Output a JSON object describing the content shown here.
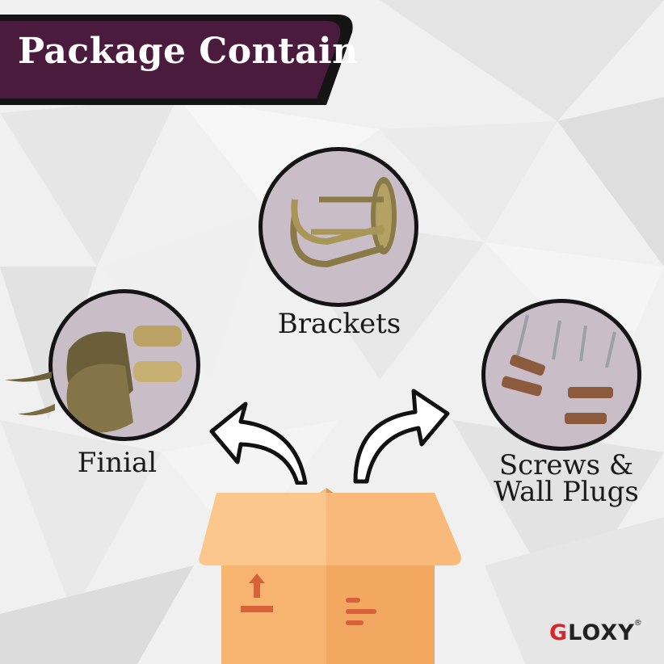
{
  "header": {
    "title": "Package Contain"
  },
  "items": [
    {
      "label": "Brackets"
    },
    {
      "label": "Finial"
    },
    {
      "label_line1": "Screws &",
      "label_line2": "Wall Plugs"
    }
  ],
  "brand": {
    "name_first": "G",
    "name_rest": "LOXY",
    "registered": "®"
  },
  "colors": {
    "banner": "#4a1b3c",
    "circle_fill": "#c9bec7",
    "box": "#f4b06a",
    "logo_accent": "#d9262a"
  }
}
